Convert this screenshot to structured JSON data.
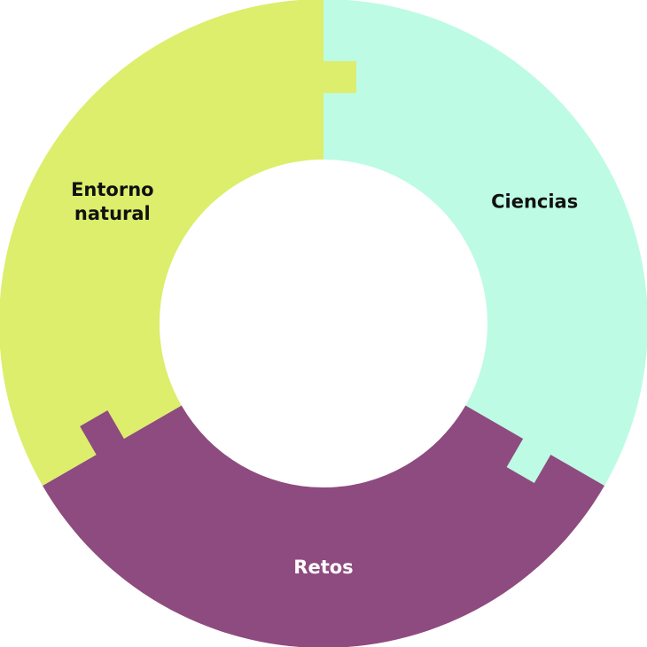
{
  "chart_data": {
    "type": "pie",
    "variant": "donut",
    "title": "",
    "categories": [
      "Ciencias",
      "Retos",
      "Entorno natural"
    ],
    "label_lines": [
      [
        "Ciencias"
      ],
      [
        "Retos"
      ],
      [
        "Entorno",
        "natural"
      ]
    ],
    "values": [
      1,
      1,
      1
    ],
    "colors": [
      "#bdfbe4",
      "#8e4b7f",
      "#dcee6c"
    ],
    "label_colors": [
      "#111111",
      "#ffffff",
      "#111111"
    ],
    "legend": "none"
  }
}
